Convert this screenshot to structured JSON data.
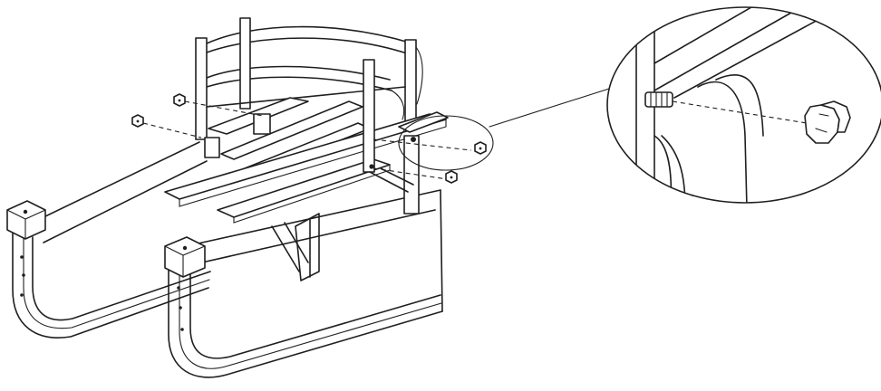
{
  "colors": {
    "line": "#1f1f1f",
    "background": "#ffffff"
  },
  "diagram": {
    "subject": "wooden-sled-assembly",
    "fasteners": [
      "bolt",
      "nut"
    ],
    "detail_view": "magnified-nut-and-threaded-bolt"
  }
}
